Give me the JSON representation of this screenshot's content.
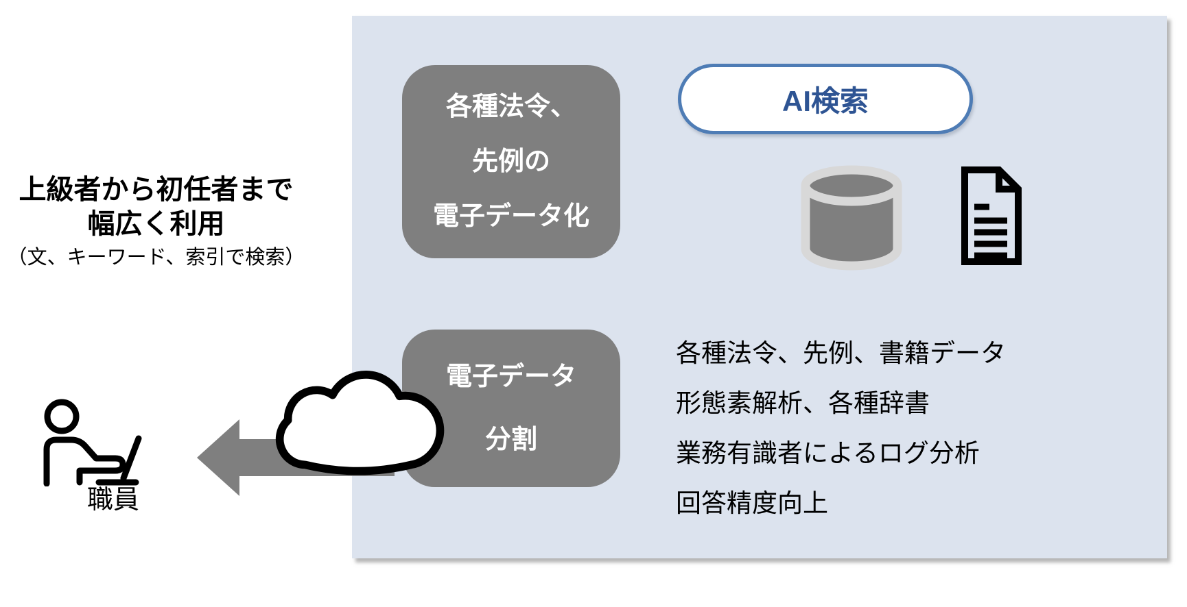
{
  "left_side": {
    "heading_line1": "上級者から初任者まで",
    "heading_line2": "幅広く利用",
    "subheading": "（文、キーワード、索引で検索）",
    "staff_label": "職員"
  },
  "panel": {
    "digitize_box": {
      "line1": "各種法令、",
      "line2": "先例の",
      "line3": "電子データ化"
    },
    "split_box": {
      "line1": "電子データ",
      "line2": "分割"
    },
    "ai_pill_label": "AI検索",
    "notes": [
      "各種法令、先例、書籍データ",
      "形態素解析、各種辞書",
      "業務有識者によるログ分析",
      "回答精度向上"
    ]
  },
  "icons": {
    "database": "database-icon",
    "document": "document-icon",
    "cloud": "cloud-icon",
    "person_laptop": "person-at-laptop-icon",
    "arrow": "left-arrow-icon"
  },
  "colors": {
    "panel_background": "#dce3ee",
    "gray_shape": "#7f7f7f",
    "cylinder_rim": "#d8d8d8",
    "pill_border": "#4e7cb5",
    "pill_text": "#2e5493",
    "text": "#000000",
    "cloud_fill": "#ffffff"
  }
}
